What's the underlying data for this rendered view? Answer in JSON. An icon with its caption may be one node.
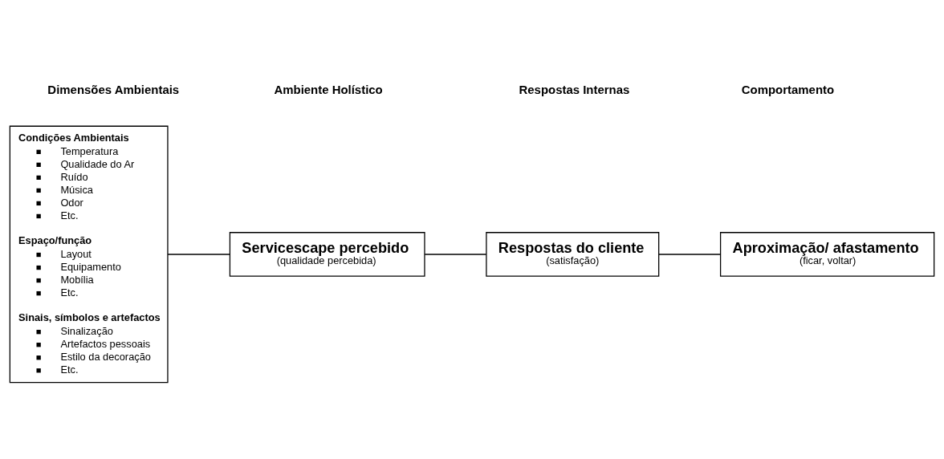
{
  "diagram": {
    "nodes": [
      {
        "text": [
          "Condições Ambientais",
          "Temperatura",
          "Qualidade do Ar",
          "Ruído",
          "Música",
          "Odor",
          "Etc.",
          "Espaço/função",
          "Layout",
          "Equipamento",
          "Mobília",
          "Etc.",
          "Sinais, símbolos e artefactos",
          "Sinalização",
          "Artefactos pessoais",
          "Estilo da decoração",
          "Etc."
        ]
      },
      {
        "text": [
          "Servicescape percebido",
          "(qualidade percebida)"
        ]
      },
      {
        "text": [
          "Respostas do cliente",
          "(satisfação)"
        ]
      },
      {
        "text": [
          "Aproximação/ afastamento",
          "(ficar, voltar)"
        ]
      }
    ],
    "edges": [
      {
        "from": 0,
        "to": 1,
        "arrow": "none"
      },
      {
        "from": 1,
        "to": 2,
        "arrow": "none"
      },
      {
        "from": 2,
        "to": 3,
        "arrow": "none"
      }
    ],
    "labels": [
      "Dimensões Ambientais",
      "Ambiente Holístico",
      "Respostas Internas",
      "Comportamento"
    ]
  }
}
